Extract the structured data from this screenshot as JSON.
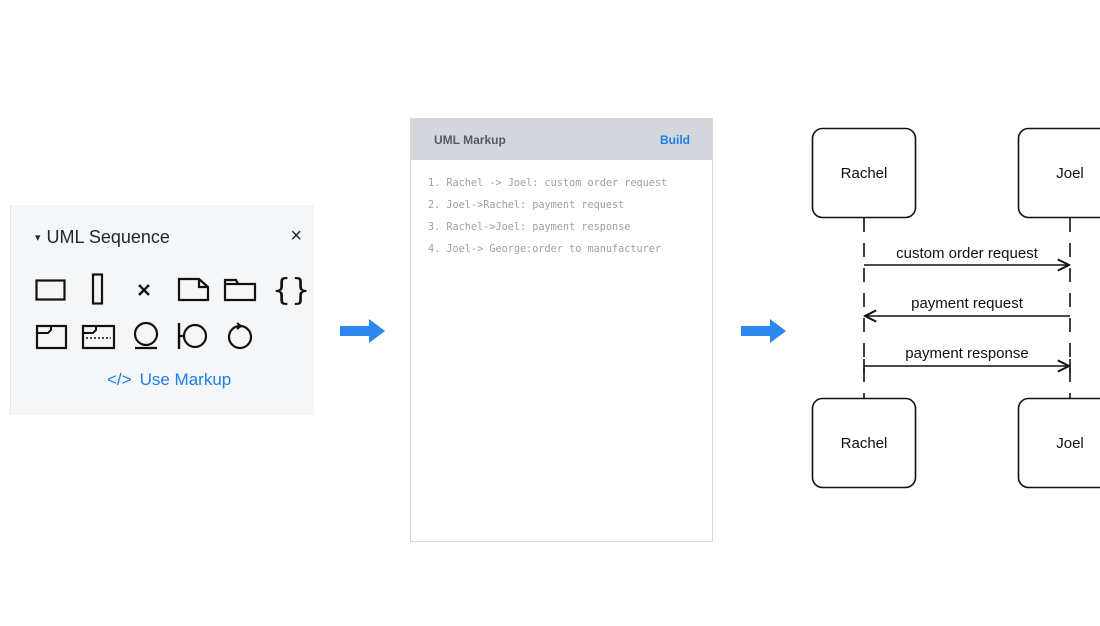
{
  "panel": {
    "title": "UML Sequence",
    "caret": "▾",
    "close": "×",
    "use_markup_label": "Use Markup",
    "use_markup_icon": "</>"
  },
  "editor": {
    "title": "UML Markup",
    "build_label": "Build",
    "lines": [
      "1. Rachel -> Joel: custom order request",
      "2. Joel->Rachel: payment request",
      "3. Rachel->Joel: payment response",
      "4. Joel-> George:order to manufacturer"
    ]
  },
  "diagram": {
    "top_actors": [
      "Rachel",
      "Joel"
    ],
    "bottom_actors": [
      "Rachel",
      "Joel"
    ],
    "messages": [
      "custom order request",
      "payment request",
      "payment response"
    ]
  },
  "colors": {
    "accent": "#1f7de6",
    "arrow": "#2b86f0"
  }
}
